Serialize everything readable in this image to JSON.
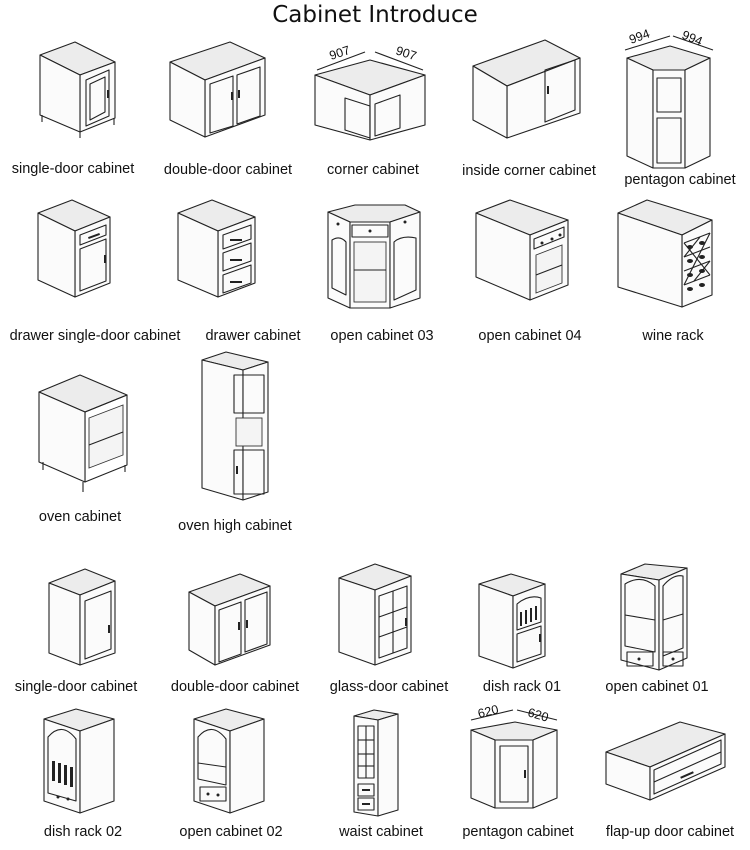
{
  "title": "Cabinet Introduce",
  "dimensions": {
    "corner": [
      "907",
      "907"
    ],
    "pentagon_base": [
      "994",
      "994"
    ],
    "pentagon_wall": [
      "620",
      "620"
    ]
  },
  "base_cabinets": [
    {
      "label": "single-door cabinet"
    },
    {
      "label": "double-door cabinet"
    },
    {
      "label": "corner cabinet"
    },
    {
      "label": "inside corner cabinet"
    },
    {
      "label": "pentagon cabinet"
    },
    {
      "label": "drawer single-door cabinet"
    },
    {
      "label": "drawer cabinet"
    },
    {
      "label": "open cabinet 03"
    },
    {
      "label": "open cabinet 04"
    },
    {
      "label": "wine rack"
    },
    {
      "label": "oven cabinet"
    },
    {
      "label": "oven high cabinet"
    }
  ],
  "wall_cabinets": [
    {
      "label": "single-door cabinet"
    },
    {
      "label": "double-door cabinet"
    },
    {
      "label": "glass-door cabinet"
    },
    {
      "label": "dish rack 01"
    },
    {
      "label": "open cabinet 01"
    },
    {
      "label": "dish rack 02"
    },
    {
      "label": "open cabinet 02"
    },
    {
      "label": "waist cabinet"
    },
    {
      "label": "pentagon cabinet"
    },
    {
      "label": "flap-up door cabinet"
    }
  ]
}
